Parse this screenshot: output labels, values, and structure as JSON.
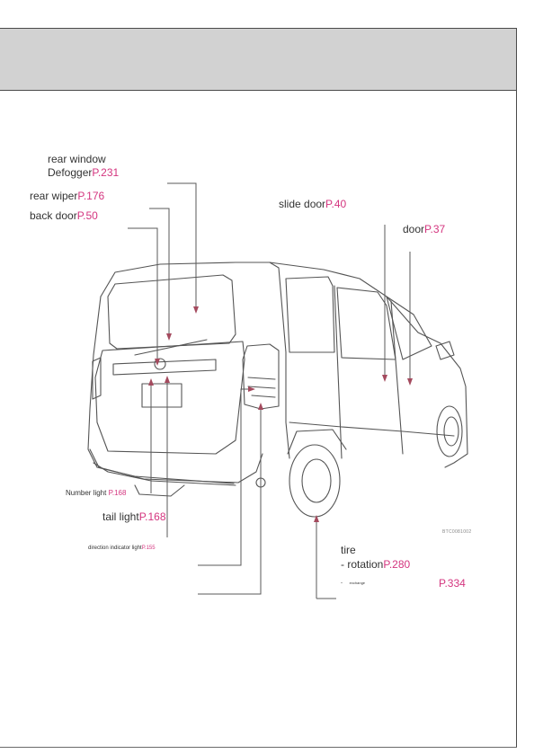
{
  "labels": {
    "rear_window_line1": "rear window",
    "rear_window_line2": "Defogger",
    "rear_window_ref": "P.231",
    "rear_wiper": "rear wiper",
    "rear_wiper_ref": "P.176",
    "back_door": "back door",
    "back_door_ref": "P.50",
    "slide_door": "slide door",
    "slide_door_ref": "P.40",
    "door": "door",
    "door_ref": "P.37",
    "number_light": "Number light ",
    "number_light_ref": "P.168",
    "tail_light": "tail light",
    "tail_light_ref": "P.168",
    "direction_indicator": "direction indicator light",
    "direction_indicator_ref": "P.155",
    "tire": "tire",
    "rotation": "- rotation",
    "rotation_ref": "P.280",
    "exchange_dash": "-",
    "exchange": "exchange",
    "exchange_ref": "P.334"
  },
  "diagram_code": "BTC0081002",
  "colors": {
    "header_band": "#d2d2d2",
    "reference_pink": "#d4357f",
    "leader_line": "#5a5a5a",
    "leader_arrow": "#b05a6a"
  }
}
